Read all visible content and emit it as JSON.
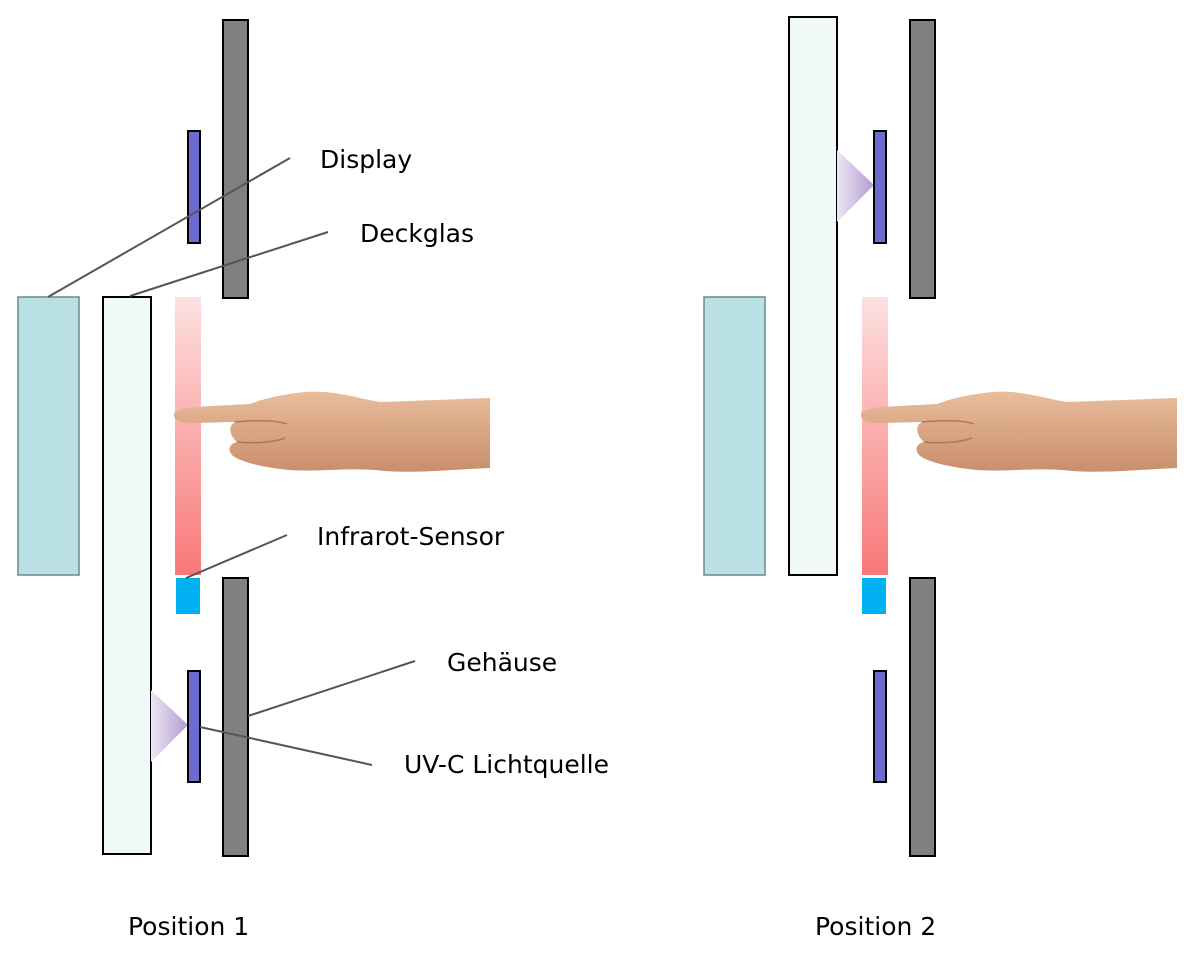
{
  "labels": {
    "display": "Display",
    "deckglas": "Deckglas",
    "infrarot": "Infrarot-Sensor",
    "gehaeuse": "Gehäuse",
    "uvc": "UV-C Lichtquelle"
  },
  "positions": [
    "Position 1",
    "Position 2"
  ],
  "colors": {
    "display": "#b9e0e2",
    "deckglas": "#f0f9f8",
    "gehaeuse": "#808080",
    "uv_source": "#6b6bd0",
    "ir_sensor": "#00b0f0",
    "ir_beam_top": "#fde0e0",
    "ir_beam_bottom": "#f87878",
    "skin": "#e2b08e"
  }
}
